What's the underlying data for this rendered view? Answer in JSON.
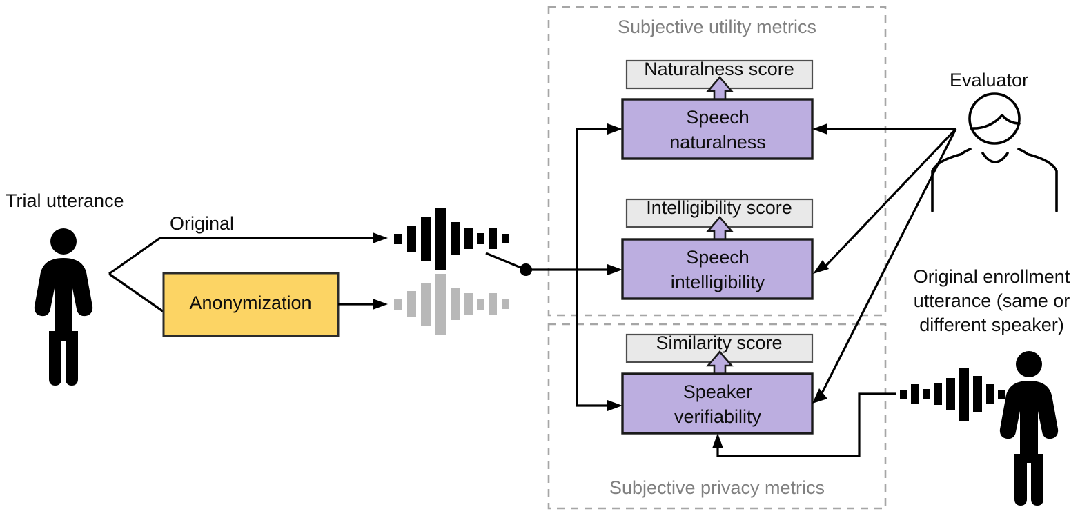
{
  "diagram": {
    "title_left": "Trial utterance",
    "branch_label": "Original",
    "anonymization_label": "Anonymization",
    "evaluator_label": "Evaluator",
    "enrollment_note_lines": [
      "Original enrollment",
      "utterance (same or",
      "different speaker)"
    ],
    "groups": [
      {
        "id": "utility",
        "title": "Subjective utility metrics"
      },
      {
        "id": "privacy",
        "title": "Subjective privacy metrics"
      }
    ],
    "metrics": [
      {
        "id": "naturalness",
        "score_label": "Naturalness score",
        "box_line1": "Speech",
        "box_line2": "naturalness"
      },
      {
        "id": "intelligibility",
        "score_label": "Intelligibility score",
        "box_line1": "Speech",
        "box_line2": "intelligibility"
      },
      {
        "id": "verifiability",
        "score_label": "Similarity score",
        "box_line1": "Speaker",
        "box_line2": "verifiability"
      }
    ],
    "icons": {
      "trial_speaker": "person-icon",
      "enrollment_speaker": "person-icon",
      "evaluator": "evaluator-bust-icon",
      "original_waveform": "waveform-icon",
      "anonymized_waveform": "waveform-icon-gray",
      "enrollment_waveform": "waveform-icon",
      "score_arrow": "block-arrow-up-icon",
      "junction": "junction-dot-icon"
    },
    "colors": {
      "metric_box_fill": "#bcaee0",
      "score_box_fill": "#e9e9e9",
      "anonymization_fill": "#fcd464",
      "group_border": "#a6a6a6",
      "group_title": "#808080",
      "waveform_dark": "#000000",
      "waveform_light": "#b8b8b8"
    }
  }
}
